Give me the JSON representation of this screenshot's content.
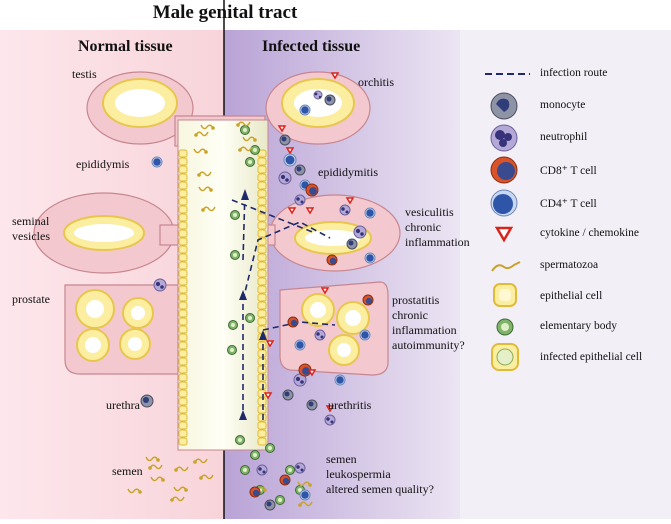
{
  "title": "Male genital tract",
  "normal_heading": "Normal tissue",
  "infected_heading": "Infected tissue",
  "normal_labels": {
    "testis": "testis",
    "epididymis": "epididymis",
    "seminal": "seminal",
    "vesicles": "vesicles",
    "prostate": "prostate",
    "urethra": "urethra",
    "semen": "semen"
  },
  "infected_labels": {
    "orchitis": "orchitis",
    "epididymitis": "epididymitis",
    "vesiculitis": [
      "vesiculitis",
      "chronic",
      "inflammation"
    ],
    "prostatitis": [
      "prostatitis",
      "chronic",
      "inflammation",
      "autoimmunity?"
    ],
    "urethritis": "urethritis",
    "semen": [
      "semen",
      "leukospermia",
      "altered semen quality?"
    ]
  },
  "legend": [
    {
      "icon": "dashed-line-icon",
      "label": "infection route"
    },
    {
      "icon": "monocyte-icon",
      "label": "monocyte"
    },
    {
      "icon": "neutrophil-icon",
      "label": "neutrophil"
    },
    {
      "icon": "cd8-t-cell-icon",
      "label": "CD8⁺ T cell"
    },
    {
      "icon": "cd4-t-cell-icon",
      "label": "CD4⁺ T cell"
    },
    {
      "icon": "cytokine-triangle-icon",
      "label": "cytokine / chemokine"
    },
    {
      "icon": "spermatozoa-icon",
      "label": "spermatozoa"
    },
    {
      "icon": "epithelial-cell-icon",
      "label": "epithelial cell"
    },
    {
      "icon": "elementary-body-icon",
      "label": "elementary body"
    },
    {
      "icon": "infected-epithelial-cell-icon",
      "label": "infected epithelial cell"
    }
  ],
  "colors": {
    "tissue": "#f3c9cf",
    "tissue_edge": "#c7868f",
    "epithelium": "#fbeea1",
    "infected_bg": "#c9b8e0",
    "normal_bg": "#fbe3e8"
  }
}
